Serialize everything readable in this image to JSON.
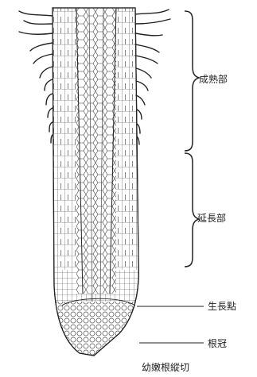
{
  "labels": {
    "maturation_zone": "成熟部",
    "elongation_zone": "延長部",
    "growing_point": "生長點",
    "root_cap": "根冠"
  },
  "caption": "幼嫩根縱切",
  "colors": {
    "ink": "#1a1a1a",
    "paper": "#ffffff"
  }
}
